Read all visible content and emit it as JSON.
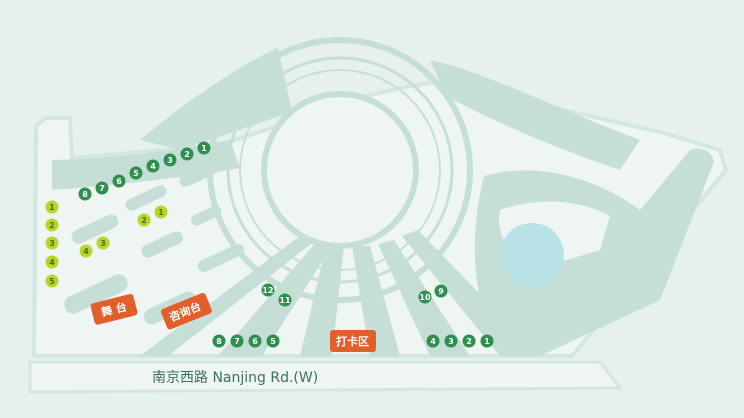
{
  "street": {
    "label": "南京西路 Nanjing Rd.(W)"
  },
  "labels": {
    "stage": "舞 台",
    "info_desk": "咨询台",
    "checkin": "打卡区"
  },
  "colors": {
    "background": "#e6f0ee",
    "plaza": "#eef5f3",
    "structure": "#c5dfd7",
    "outline": "#d3e7e1",
    "water": "#b9e2e6",
    "badge": "#e25f2b",
    "dark_green": "#2e8f4f",
    "light_green": "#b8d624",
    "street_text": "#3f6f5e"
  },
  "markers": {
    "row_top_right": [
      "4",
      "3",
      "2",
      "1"
    ],
    "row_top_left": [
      "8",
      "7",
      "6",
      "5"
    ],
    "column_left": [
      "1",
      "2",
      "3",
      "4",
      "5"
    ],
    "pair_left": [
      "4",
      "3"
    ],
    "pair_mid": [
      "2",
      "1"
    ],
    "pair_center": [
      "12",
      "11"
    ],
    "pair_right": [
      "10",
      "9"
    ],
    "bottom_left": [
      "8",
      "7",
      "6",
      "5"
    ],
    "bottom_right": [
      "4",
      "3",
      "2",
      "1"
    ]
  }
}
